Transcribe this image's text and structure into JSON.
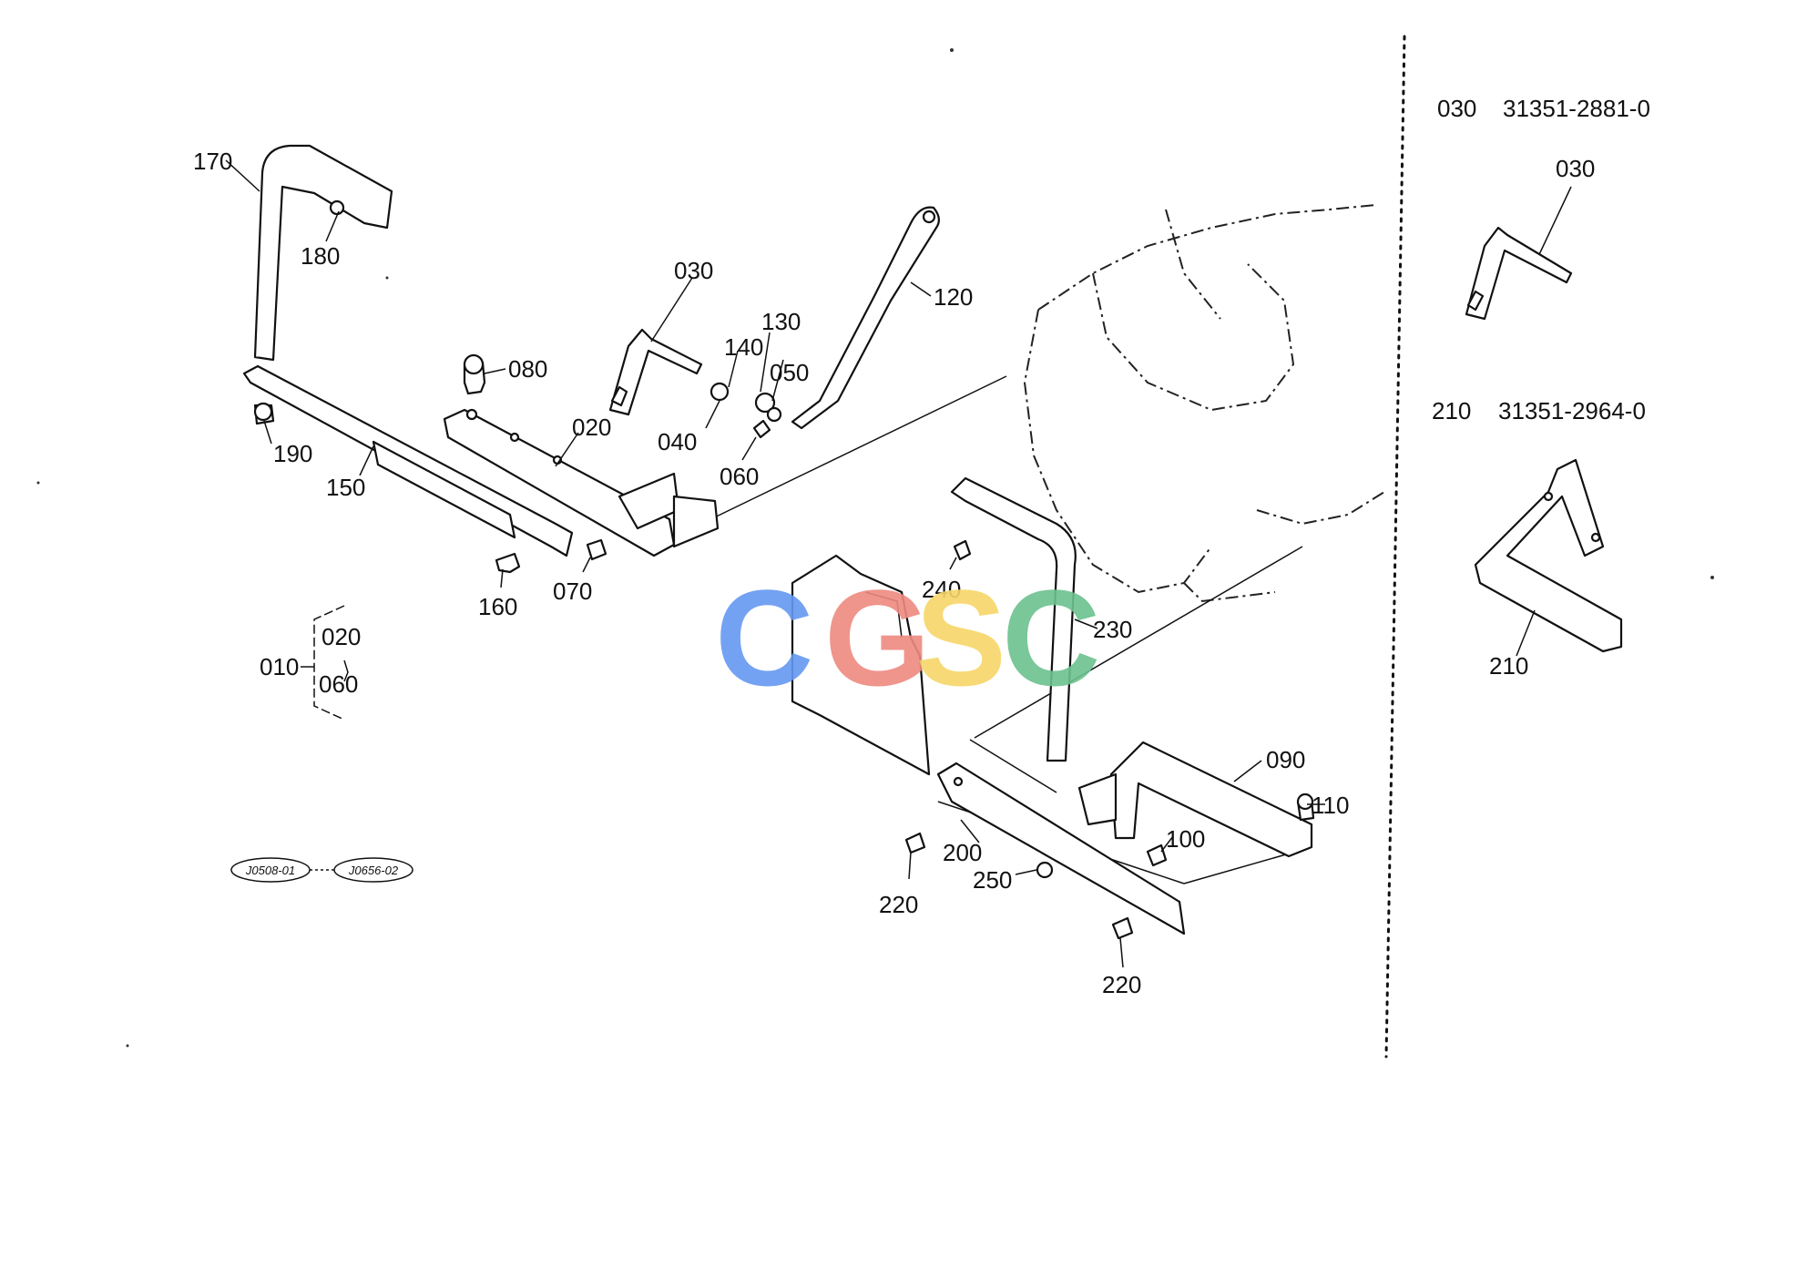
{
  "watermark": {
    "letters": [
      {
        "char": "C",
        "color": "#6699F2"
      },
      {
        "char": "G",
        "color": "#EE8A80"
      },
      {
        "char": "S",
        "color": "#F7D769"
      },
      {
        "char": "C",
        "color": "#6CC28F"
      }
    ]
  },
  "callouts": {
    "c170": "170",
    "c180": "180",
    "c190": "190",
    "c150": "150",
    "c080": "080",
    "c020": "020",
    "c030": "030",
    "c140": "140",
    "c130": "130",
    "c050": "050",
    "c040": "040",
    "c060": "060",
    "c120": "120",
    "c160": "160",
    "c070": "070",
    "c240": "240",
    "c230": "230",
    "c090": "090",
    "c110": "110",
    "c100": "100",
    "c200": "200",
    "c250": "250",
    "c220a": "220",
    "c220b": "220"
  },
  "assembly_group": {
    "parent": "010",
    "from": "020",
    "to": "060"
  },
  "reference_codes": {
    "first": "J0508-01",
    "second": "J0656-02"
  },
  "side_panel": {
    "parts": [
      {
        "ref": "030",
        "part_no": "31351-2881-0",
        "callout": "030"
      },
      {
        "ref": "210",
        "part_no": "31351-2964-0",
        "callout": "210"
      }
    ]
  }
}
